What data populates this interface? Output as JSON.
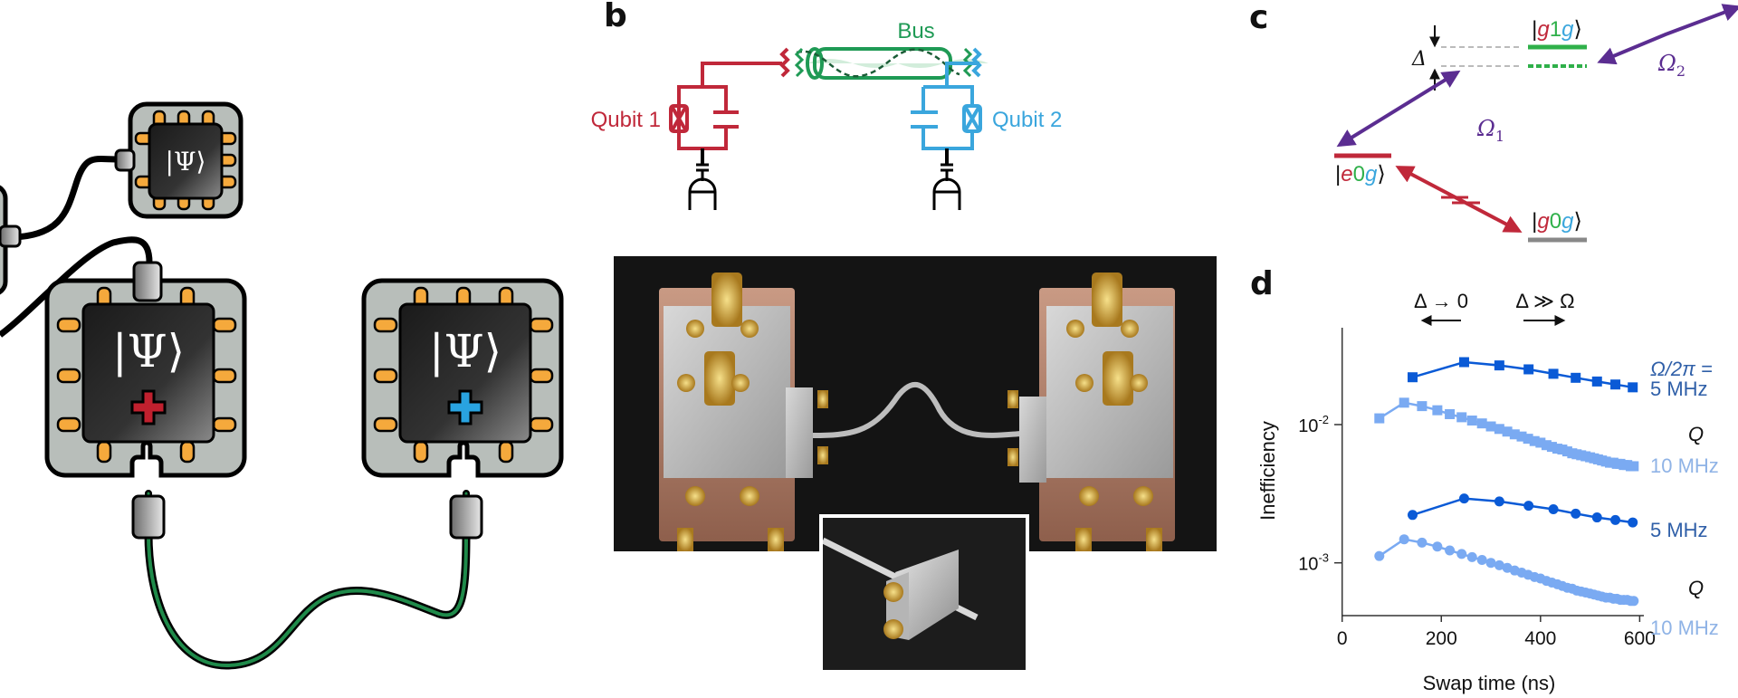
{
  "panels": {
    "b_letter": "b",
    "c_letter": "c",
    "d_letter": "d"
  },
  "panel_a": {
    "chip_label": "|Ψ⟩",
    "chip_symbol": "Ψ",
    "chips": [
      {
        "name": "small-chip",
        "mark": ""
      },
      {
        "name": "left-chip",
        "mark": "plus",
        "mark_color": "#c0202e"
      },
      {
        "name": "right-chip",
        "mark": "plus",
        "mark_color": "#29a3e0"
      }
    ],
    "colors": {
      "chip_body": "#b8beba",
      "pin": "#f5a93c",
      "cable_green": "#1f8a4a"
    }
  },
  "panel_b": {
    "bus_label": "Bus",
    "qubit1_label": "Qubit 1",
    "qubit2_label": "Qubit 2",
    "colors": {
      "qubit1": "#c0283a",
      "qubit2": "#3aa6dd",
      "bus": "#1f9a55"
    },
    "photo_description": "Two qubit modules connected by a coaxial cable bus",
    "inset_description": "Close-up of cable connector block"
  },
  "panel_c": {
    "delta_label": "Δ",
    "omega1_label": "Ω",
    "omega1_sub": "1",
    "omega2_label": "Ω",
    "omega2_sub": "2",
    "states": {
      "g1g": {
        "parts": [
          "g",
          "1",
          "g"
        ]
      },
      "e0g": {
        "parts": [
          "e",
          "0",
          "g"
        ]
      },
      "g0g": {
        "parts": [
          "g",
          "0",
          "g"
        ]
      }
    },
    "colors": {
      "red": "#c0283a",
      "green": "#1f9a55",
      "blue": "#3aa6dd",
      "purple": "#5b2d91",
      "grey": "#888888"
    }
  },
  "chart_data": {
    "type": "line",
    "title": "",
    "xlabel": "Swap time (ns)",
    "ylabel": "Inefficiency",
    "xlim": [
      0,
      600
    ],
    "ylim": [
      0.00035,
      0.045
    ],
    "yscale": "log",
    "xticks": [
      0,
      200,
      400,
      600
    ],
    "xtick_labels": [
      "0",
      "200",
      "400",
      "600"
    ],
    "yticks": [
      0.01,
      0.001
    ],
    "ytick_labels": [
      {
        "base": "10",
        "exp": "-2"
      },
      {
        "base": "10",
        "exp": "-3"
      }
    ],
    "annotations": [
      {
        "text": "Δ → 0",
        "arrow": "left"
      },
      {
        "text": "Δ ≫ Ω",
        "arrow": "right"
      }
    ],
    "legend_text": {
      "header": "Ω/2π =",
      "q_label": "Q"
    },
    "series": [
      {
        "name": "5 MHz (squares)",
        "label": "5 MHz",
        "marker": "square",
        "color": "#0a5ad6",
        "x": [
          142,
          246,
          317,
          376,
          426,
          471,
          514,
          551,
          586
        ],
        "y": [
          0.022,
          0.0283,
          0.0268,
          0.0251,
          0.0233,
          0.0218,
          0.0205,
          0.0195,
          0.0186
        ]
      },
      {
        "name": "10 MHz (squares)",
        "label": "10 MHz",
        "marker": "square",
        "color": "#7aaaf2",
        "x": [
          75,
          125,
          161,
          192,
          217,
          241,
          262,
          282,
          300,
          317,
          333,
          348,
          362,
          375,
          388,
          400,
          412,
          423,
          434,
          444,
          454,
          464,
          473,
          482,
          491,
          500,
          508,
          516,
          524,
          532,
          540,
          547,
          554,
          561,
          568,
          575,
          582,
          588
        ],
        "y": [
          0.0111,
          0.0144,
          0.0136,
          0.0127,
          0.0119,
          0.0113,
          0.0107,
          0.0102,
          0.0097,
          0.0093,
          0.0089,
          0.0085,
          0.0082,
          0.0079,
          0.0076,
          0.0074,
          0.0071,
          0.0069,
          0.0067,
          0.0066,
          0.0064,
          0.0062,
          0.0061,
          0.006,
          0.0059,
          0.0058,
          0.0057,
          0.0056,
          0.0055,
          0.0054,
          0.0053,
          0.0053,
          0.0052,
          0.0052,
          0.0051,
          0.0051,
          0.005,
          0.005
        ]
      },
      {
        "name": "5 MHz (circles)",
        "label": "5 MHz",
        "marker": "circle",
        "color": "#0a5ad6",
        "x": [
          142,
          246,
          317,
          376,
          426,
          471,
          514,
          551,
          586
        ],
        "y": [
          0.00222,
          0.00292,
          0.00278,
          0.00259,
          0.00244,
          0.00227,
          0.00213,
          0.00204,
          0.00196
        ]
      },
      {
        "name": "10 MHz (circles)",
        "label": "10 MHz",
        "marker": "circle",
        "color": "#7aaaf2",
        "x": [
          75,
          125,
          161,
          192,
          217,
          241,
          262,
          282,
          300,
          317,
          333,
          348,
          362,
          375,
          388,
          400,
          412,
          423,
          434,
          444,
          454,
          464,
          473,
          482,
          491,
          500,
          508,
          516,
          524,
          532,
          540,
          547,
          554,
          561,
          568,
          575,
          582,
          588
        ],
        "y": [
          0.00112,
          0.00148,
          0.0014,
          0.00131,
          0.00123,
          0.00116,
          0.0011,
          0.00105,
          0.001,
          0.00096,
          0.00092,
          0.00088,
          0.00085,
          0.00082,
          0.00079,
          0.00077,
          0.00074,
          0.00072,
          0.0007,
          0.00068,
          0.00066,
          0.00065,
          0.00063,
          0.00062,
          0.00061,
          0.0006,
          0.00059,
          0.00058,
          0.00057,
          0.00056,
          0.00056,
          0.00055,
          0.00055,
          0.00054,
          0.00054,
          0.00054,
          0.00053,
          0.00053
        ]
      }
    ],
    "right_labels": [
      {
        "text": "Ω/2π =",
        "color": "#2f5fa8"
      },
      {
        "text": "5 MHz",
        "color": "#2f5fa8"
      },
      {
        "text": "Q",
        "color": "#111111"
      },
      {
        "text": "10 MHz",
        "color": "#8fb3e6"
      },
      {
        "text": "5 MHz",
        "color": "#2f5fa8"
      },
      {
        "text": "Q",
        "color": "#111111"
      },
      {
        "text": "10 MHz",
        "color": "#8fb3e6"
      }
    ]
  }
}
